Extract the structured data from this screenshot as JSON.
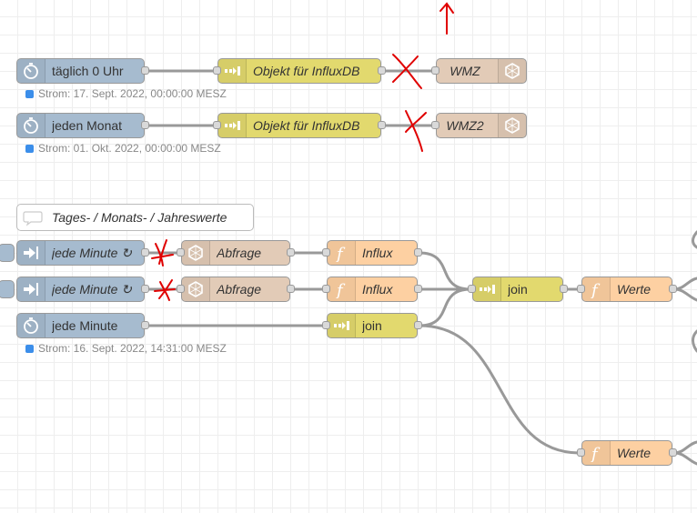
{
  "flow": {
    "nodes": {
      "inject_daily": {
        "label": "täglich 0 Uhr",
        "status": "Strom: 17. Sept. 2022, 00:00:00 MESZ"
      },
      "change_1": {
        "label": "Objekt für InfluxDB"
      },
      "wmz": {
        "label": "WMZ"
      },
      "inject_monthly": {
        "label": "jeden Monat",
        "status": "Strom: 01. Okt. 2022, 00:00:00 MESZ"
      },
      "change_2": {
        "label": "Objekt für InfluxDB"
      },
      "wmz2": {
        "label": "WMZ2"
      },
      "comment": {
        "label": "Tages- / Monats- / Jahreswerte"
      },
      "link_in_1": {
        "label": "jede Minute ↻"
      },
      "abfrage_1": {
        "label": "Abfrage"
      },
      "influx_1": {
        "label": "Influx"
      },
      "link_in_2": {
        "label": "jede Minute ↻"
      },
      "abfrage_2": {
        "label": "Abfrage"
      },
      "influx_2": {
        "label": "Influx"
      },
      "join_1": {
        "label": "join"
      },
      "werte_1": {
        "label": "Werte"
      },
      "inject_minute": {
        "label": "jede Minute",
        "status": "Strom: 16. Sept. 2022, 14:31:00 MESZ"
      },
      "join_2": {
        "label": "join"
      },
      "werte_2": {
        "label": "Werte"
      }
    },
    "colors": {
      "inject": "#a6bbcf",
      "change": "#e2d96e",
      "database": "#e2cbb7",
      "function": "#fdd0a2",
      "wire": "#999999",
      "annotation": "#e00000",
      "status_dot": "#3b8eea"
    },
    "icons": {
      "inject": "timer-icon",
      "link_in": "link-in-icon",
      "change": "change-icon",
      "database": "database-icon",
      "function": "function-icon",
      "comment": "comment-icon"
    }
  }
}
